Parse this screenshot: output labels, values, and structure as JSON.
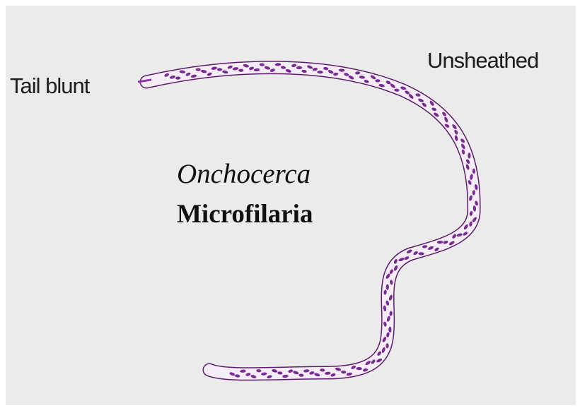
{
  "labels": {
    "tail": "Tail blunt",
    "sheath": "Unsheathed",
    "genus": "Onchocerca",
    "stage": "Microfilaria"
  },
  "colors": {
    "body_outline": "#5b1d6b",
    "body_fill": "#f4edf6",
    "nuclei": "#7a2a95",
    "background": "#ebebeb"
  }
}
